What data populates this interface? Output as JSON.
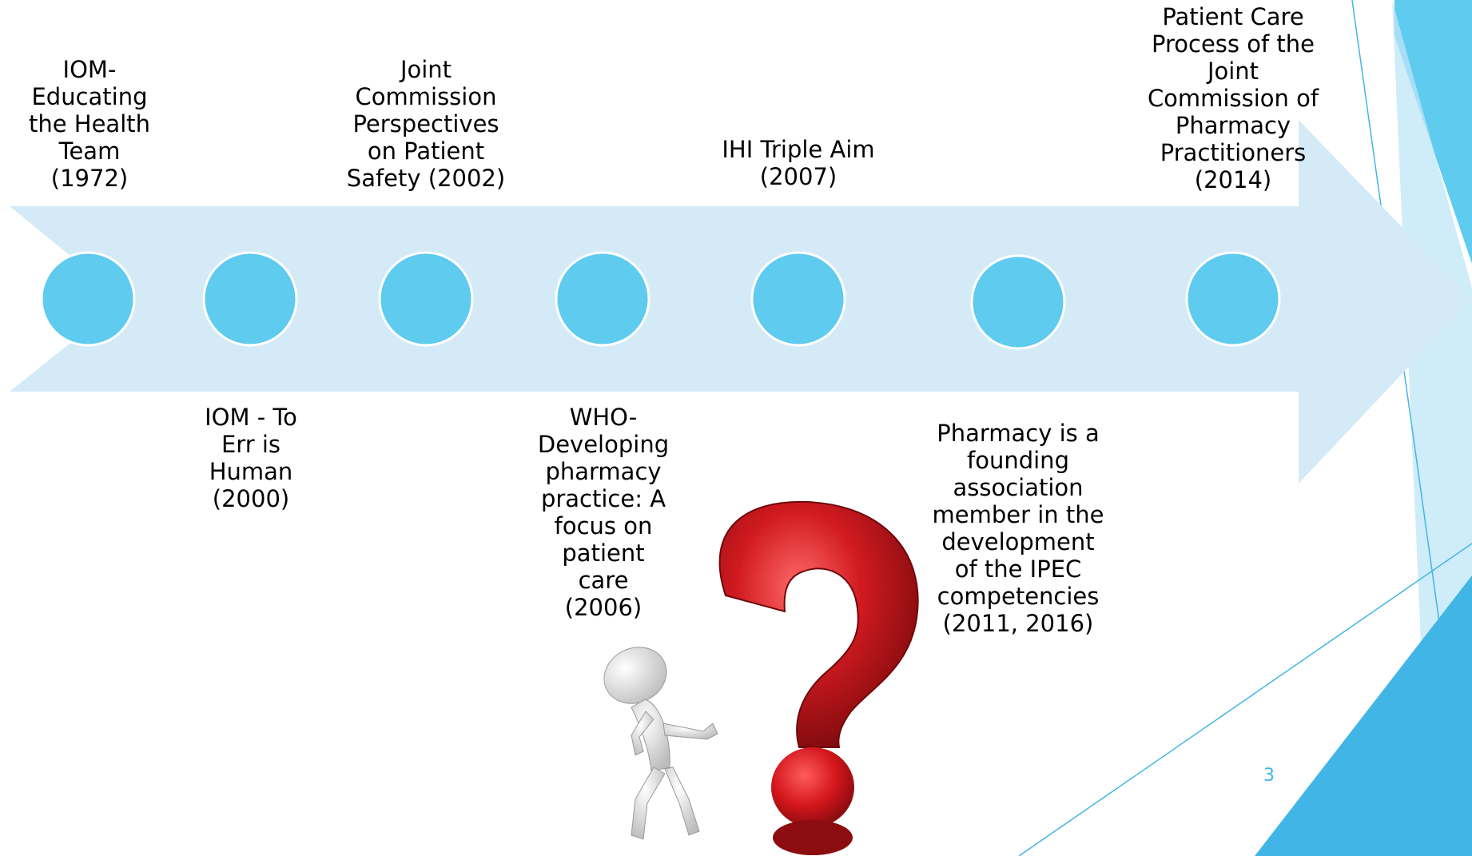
{
  "colors": {
    "arrow_fill": "#d4ebf7",
    "circle_fill": "#5ecbef",
    "circle_stroke": "#ffffff",
    "accent_dark": "#41b6e6",
    "accent_light": "#bfe6f7",
    "question_mark": "#c0141a",
    "figure": "#e6e6e6"
  },
  "timeline": {
    "events": [
      {
        "label": "IOM-\nEducating\nthe Health\nTeam\n(1972)",
        "position": "above"
      },
      {
        "label": "IOM - To\nErr is\nHuman\n(2000)",
        "position": "below"
      },
      {
        "label": "Joint\nCommission\nPerspectives\non Patient\nSafety (2002)",
        "position": "above"
      },
      {
        "label": "WHO-\nDeveloping\npharmacy\npractice: A\nfocus on\npatient\ncare\n(2006)",
        "position": "below"
      },
      {
        "label": "IHI Triple Aim\n(2007)",
        "position": "above"
      },
      {
        "label": "Pharmacy is a\nfounding\nassociation\nmember in the\ndevelopment\nof the IPEC\ncompetencies\n(2011, 2016)",
        "position": "below"
      },
      {
        "label": "Patient Care\nProcess of the\nJoint\nCommission of\nPharmacy\nPractitioners\n(2014)",
        "position": "above"
      }
    ]
  },
  "illustration": {
    "question_mark_icon": "question-mark-icon",
    "figure_icon": "person-figure-icon"
  },
  "slide_number": "3"
}
